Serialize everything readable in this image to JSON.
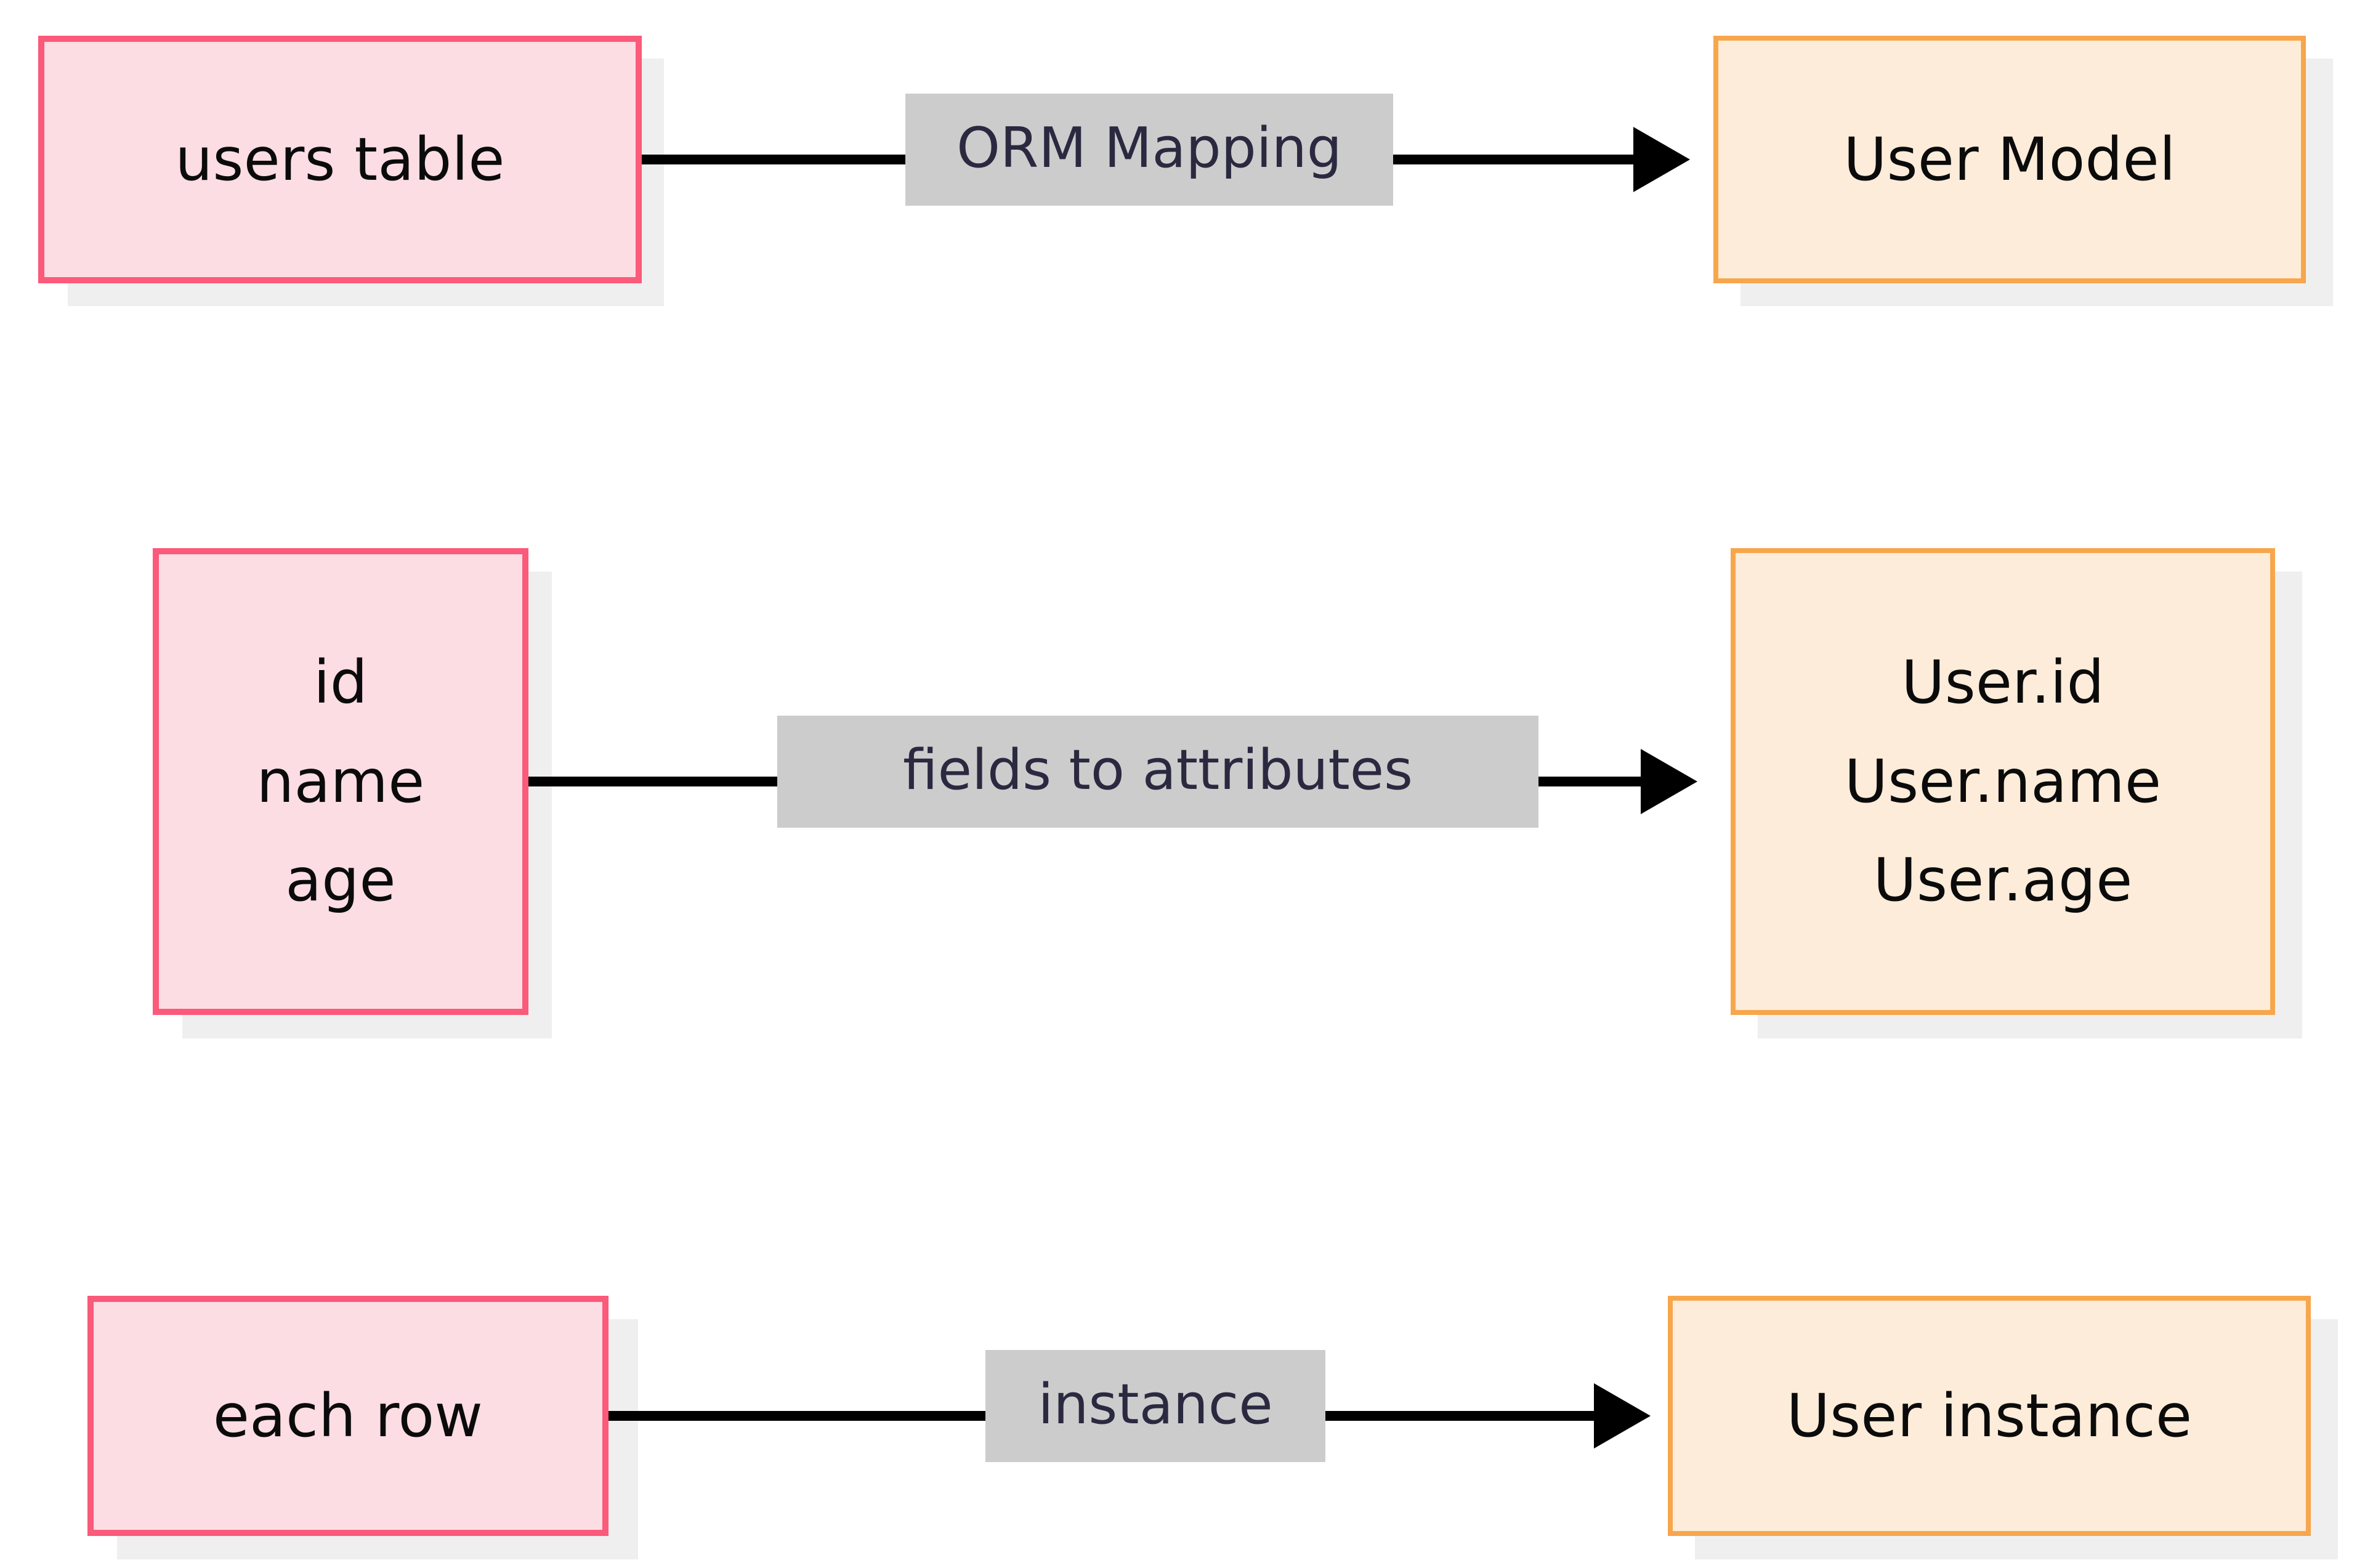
{
  "diagram": {
    "type": "flowchart",
    "direction": "left-to-right",
    "title": "ORM Mapping",
    "colors": {
      "source_fill": "#fddde4",
      "source_border": "#fb5a7a",
      "target_fill": "#fdecd9",
      "target_border": "#f7a64c",
      "edge": "#000000",
      "edge_label_bg": "#cccccc",
      "edge_label_text": "#2b2940",
      "node_shadow": "#efefef",
      "background": "#ffffff"
    },
    "rows": [
      {
        "id": "row-orm-mapping",
        "source": {
          "id": "users-table",
          "lines": [
            "users table"
          ]
        },
        "edge": {
          "label": "ORM Mapping",
          "arrow": "filled-triangle"
        },
        "target": {
          "id": "user-model",
          "lines": [
            "User Model"
          ]
        }
      },
      {
        "id": "row-fields-to-attributes",
        "source": {
          "id": "table-fields",
          "lines": [
            "id",
            "name",
            "age"
          ]
        },
        "edge": {
          "label": "fields to attributes",
          "arrow": "filled-triangle"
        },
        "target": {
          "id": "model-attributes",
          "lines": [
            "User.id",
            "User.name",
            "User.age"
          ]
        }
      },
      {
        "id": "row-instance",
        "source": {
          "id": "each-row",
          "lines": [
            "each row"
          ]
        },
        "edge": {
          "label": "instance",
          "arrow": "filled-triangle"
        },
        "target": {
          "id": "user-instance",
          "lines": [
            "User instance"
          ]
        }
      }
    ]
  }
}
